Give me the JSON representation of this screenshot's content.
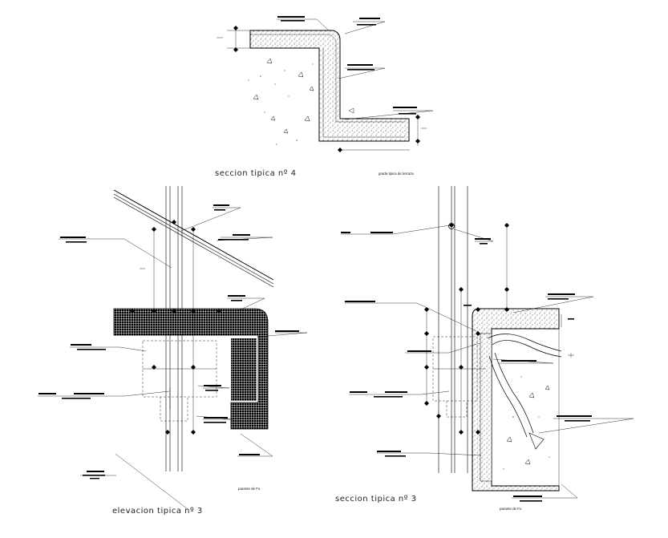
{
  "titles": {
    "section4": "seccion tipica nº 4",
    "elevation3": "elevacion tipica nº 3",
    "section3": "seccion tipica nº 3"
  },
  "sublabels": {
    "terrace_beam": "grada tipica de terraza",
    "parapet_a": "parante de Fo",
    "parapet_b": "parante de Fo"
  }
}
